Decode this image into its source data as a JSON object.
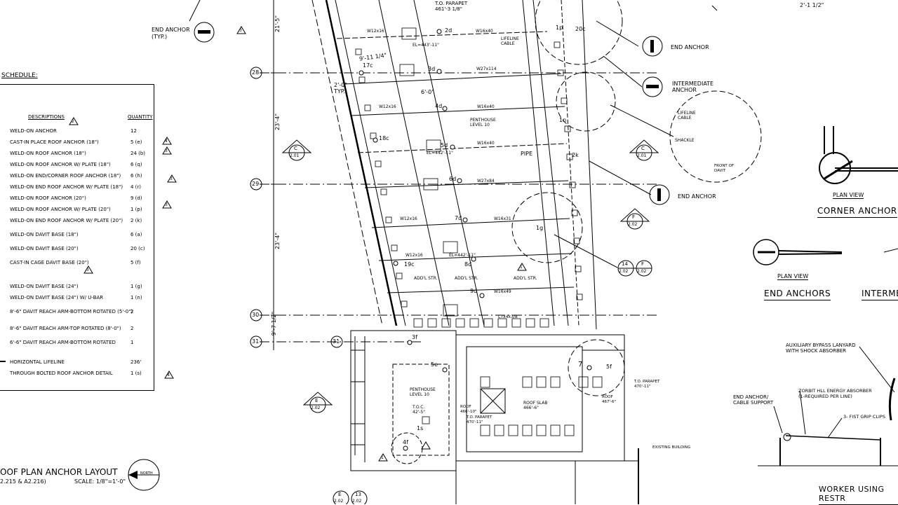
{
  "schedule": {
    "title": "SCHEDULE:",
    "col_desc": "DESCRIPTIONS",
    "col_qty": "QUANTITY",
    "rows": [
      {
        "desc": "WELD-ON ANCHOR",
        "qty": "12"
      },
      {
        "desc": "CAST-IN PLACE ROOF ANCHOR (18\")",
        "qty": "5  (e)"
      },
      {
        "desc": "WELD-ON ROOF ANCHOR (18\")",
        "qty": "24  (b)"
      },
      {
        "desc": "WELD-ON ROOF ANCHOR W/ PLATE (18\")",
        "qty": "6  (q)"
      },
      {
        "desc": "WELD-ON END/CORNER ROOF ANCHOR (18\")",
        "qty": "6  (h)"
      },
      {
        "desc": "WELD-ON END ROOF ANCHOR W/ PLATE (18\")",
        "qty": "4  (r)"
      },
      {
        "desc": "WELD-ON ROOF ANCHOR (20\")",
        "qty": "9  (d)"
      },
      {
        "desc": "WELD-ON ROOF ANCHOR W/ PLATE (20\")",
        "qty": "1  (p)"
      },
      {
        "desc": "WELD-ON END ROOF ANCHOR W/ PLATE (20\")",
        "qty": "2  (k)"
      },
      {
        "desc": "WELD-ON DAVIT BASE (18\")",
        "qty": "6  (a)"
      },
      {
        "desc": "WELD-ON DAVIT BASE  (20\")",
        "qty": "20  (c)"
      },
      {
        "desc": "CAST-IN CAGE DAVIT BASE (20\")",
        "qty": "5  (f)"
      },
      {
        "desc": "WELD-ON DAVIT BASE (24\")",
        "qty": "1  (g)"
      },
      {
        "desc": "WELD-ON DAVIT BASE (24\") W/ U-BAR",
        "qty": "1  (n)"
      },
      {
        "desc": "8'-6\" DAVIT REACH ARM-BOTTOM ROTATED (5'-0\")",
        "qty": "2"
      },
      {
        "desc": "8'-6\" DAVIT REACH ARM-TOP ROTATED (8'-0\")",
        "qty": "2"
      },
      {
        "desc": "6'-6\" DAVIT REACH ARM-BOTTOM ROTATED",
        "qty": "1"
      },
      {
        "desc": "HORIZONTAL LIFELINE",
        "qty": "236'"
      },
      {
        "desc": "THROUGH BOLTED ROOF ANCHOR DETAIL",
        "qty": "1  (s)"
      }
    ]
  },
  "plan": {
    "title": "OOF PLAN ANCHOR LAYOUT",
    "sheet_ref": "2.215 & A2.216)",
    "scale": "SCALE: 1/8\"=1'-0\"",
    "north": "NORTH",
    "grid_28": "28",
    "grid_29": "29",
    "grid_30": "30",
    "grid_31": "31",
    "penthouse_1": "PENTHOUSE\nLEVEL 10",
    "penthouse_2": "PENTHOUSE\nLEVEL 10",
    "roof_slab": "ROOF SLAB\n466'-6\"",
    "roof_1": "ROOF\n467'-6\"",
    "roof_2": "ROOF\n466'-10\"",
    "to_parapet_1": "T.O. PARAPET\n470'-11\"",
    "to_parapet_2": "T.O. PARAPET\n470'-11\"",
    "to_parapet_top": "T.O. PARAPET\n461'-3 1/8\"",
    "existing": "EXISTING BUILDING",
    "lifeline_cable": "LIFELINE\nCABLE",
    "pipe": "PIPE",
    "toc": "T.O.C.\n42'-5\"",
    "typ": "2'-0\"\nTYP.",
    "end_anchor_typ": "END ANCHOR\n(TYP.)",
    "dim_23_4": "23'-4\"",
    "dim_23_4b": "23'-4\"",
    "dim_21_5": "21'-5\"",
    "dim_9_7": "9'-7 1/2\"",
    "dim_top": "2'-1 1/2\"",
    "dim_6_0": "6'-0\"",
    "dim_9_11": "9'-11 1/4\"",
    "el_1": "EL=443'-11\"",
    "el_2": "EL=442'-11\"",
    "el_3": "EL=442'-11\"",
    "add_str": "ADD'L STR.",
    "beam_w27x114": "W27x114",
    "beam_w16x40a": "W16x40",
    "beam_w16x40b": "W16x40",
    "beam_w16x40c": "W16x40",
    "beam_w27x84": "W27x84",
    "beam_w16x31": "W16x31",
    "beam_w16x49": "W16x49",
    "beam_w12x16a": "W12x16",
    "beam_w12x16b": "W12x16",
    "beam_w12x16c": "W12x16",
    "beam_w12x16d": "W12x16",
    "beam_l7": "L7x4x3/8",
    "tags": [
      "2d",
      "3d",
      "4d",
      "5d",
      "6d",
      "7d",
      "8d",
      "9d",
      "17c",
      "18c",
      "19c",
      "1p",
      "20c",
      "1n",
      "2k",
      "1g",
      "3f",
      "5e",
      "7",
      "5f",
      "1s",
      "4f"
    ],
    "sec_c1": "C",
    "sec_c1_ref": "2.01",
    "sec_c2": "C",
    "sec_c2_ref": "2.01",
    "sec_f": "F",
    "sec_f_ref": "2.02",
    "sec_e": "E",
    "sec_e_ref": "2.02",
    "sec_14": "14",
    "sec_14_ref": "2.02",
    "sec_f2": "F",
    "sec_f2_ref": "2.02",
    "sec_e2": "E",
    "sec_e2_ref": "2.02",
    "sec_13": "13",
    "sec_13_ref": "2.02"
  },
  "legend": {
    "end_anchor_1": "END ANCHOR",
    "intermediate": "INTERMEDIATE\nANCHOR",
    "end_anchor_2": "END ANCHOR",
    "lifeline_cable": "LIFELINE\nCABLE",
    "shackle": "SHACKLE",
    "front_davit": "FRONT OF\nDAVIT"
  },
  "details": {
    "plan_view_1": "PLAN VIEW",
    "corner_anchor": "CORNER ANCHOR",
    "plan_view_2": "PLAN VIEW",
    "end_anchors": "END ANCHORS",
    "intermediate": "INTERME",
    "aux_bypass": "AUXILIARY BYPASS LANYARD\nWITH SHOCK ABSORBER",
    "end_anchor_cable": "END ANCHOR/\nCABLE SUPPORT",
    "zorbit": "ZORBIT HLL ENERGY ABSORBER\n(1-REQUIRED PER LINE)",
    "grip_clips": "3- FIST GRIP CLIPS",
    "worker": "WORKER USING RESTR"
  },
  "revisions": [
    "3",
    "4",
    "3",
    "3",
    "3",
    "2",
    "3",
    "1",
    "4",
    "1"
  ]
}
